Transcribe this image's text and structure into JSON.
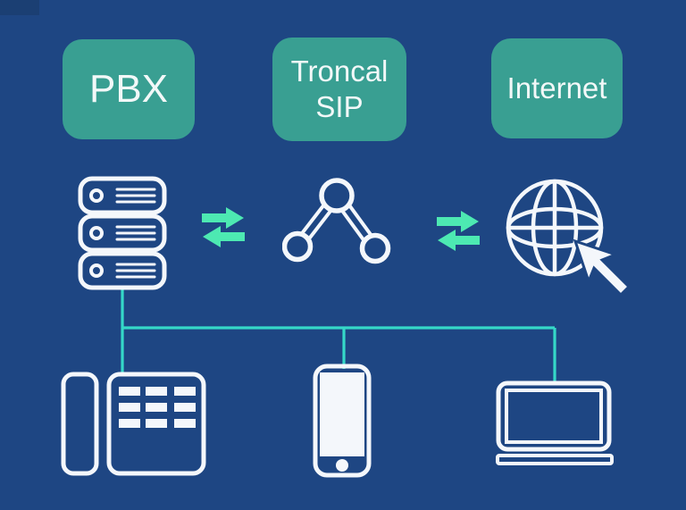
{
  "colors": {
    "background": "#1e4683",
    "background_shade": "#1b3f73",
    "panel": "#399f92",
    "label_text": "#f2f8f8",
    "icon_white": "#f4f7fb",
    "arrow_mint": "#4de9b2",
    "line_teal": "#35d8c8"
  },
  "boxes": {
    "pbx": {
      "label": "PBX"
    },
    "troncal_sip": {
      "line1": "Troncal",
      "line2": "SIP"
    },
    "internet": {
      "label": "Internet"
    }
  },
  "icons": [
    "server-stack-icon",
    "exchange-arrows-icon",
    "network-nodes-icon",
    "globe-cursor-icon",
    "desk-phone-icon",
    "smartphone-icon",
    "laptop-icon"
  ]
}
